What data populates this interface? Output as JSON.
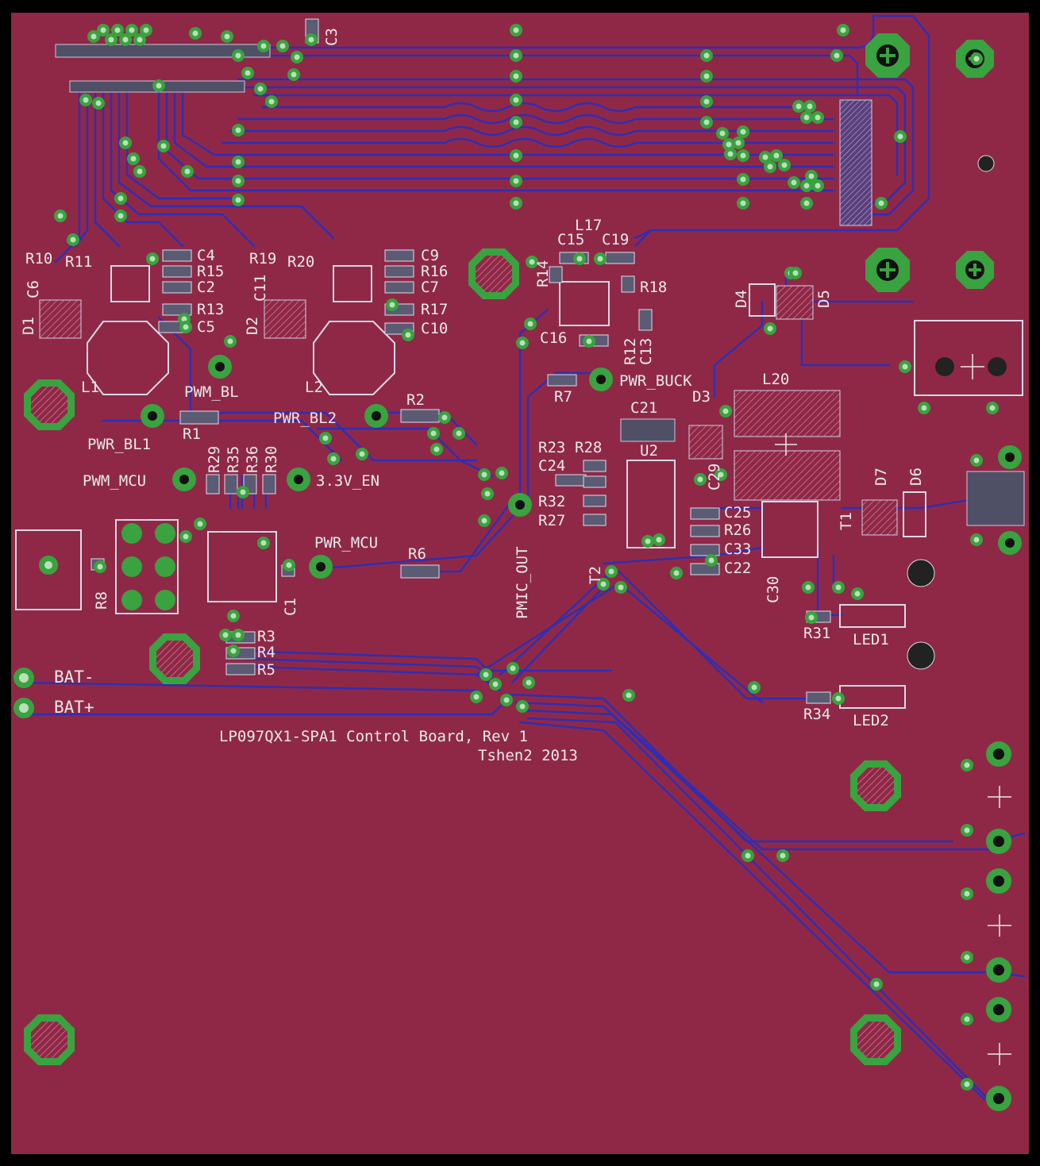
{
  "board": {
    "title_line1": "LP097QX1-SPA1 Control Board, Rev 1",
    "title_line2": "Tshen2 2013",
    "colors": {
      "background": "#8f2847",
      "trace": "#2b2fb8",
      "via": "#39a33f",
      "silkscreen": "#e8e8ea",
      "pad": "#4f4f66"
    }
  },
  "test_points": {
    "pwm_bl": "PWM_BL",
    "pwr_bl1": "PWR_BL1",
    "pwr_bl2": "PWR_BL2",
    "pwm_mcu": "PWM_MCU",
    "en_3v3": "3.3V_EN",
    "pwr_mcu": "PWR_MCU",
    "pmic_out": "PMIC_OUT",
    "pwr_buck": "PWR_BUCK",
    "bat_minus": "BAT-",
    "bat_plus": "BAT+"
  },
  "components": {
    "R10": "R10",
    "R11": "R11",
    "C6": "C6",
    "D1": "D1",
    "C4": "C4",
    "R15": "R15",
    "C2": "C2",
    "R13": "R13",
    "C5": "C5",
    "L1": "L1",
    "R19": "R19",
    "R20": "R20",
    "C11": "C11",
    "D2": "D2",
    "C9": "C9",
    "R16": "R16",
    "C7": "C7",
    "R17": "R17",
    "C10": "C10",
    "L2": "L2",
    "R2": "R2",
    "R1": "R1",
    "R29": "R29",
    "R35": "R35",
    "R36": "R36",
    "R30": "R30",
    "L17": "L17",
    "C15": "C15",
    "C19": "C19",
    "R14": "R14",
    "R18": "R18",
    "C16": "C16",
    "R12": "R12",
    "C13": "C13",
    "R7": "R7",
    "C3": "C3",
    "D4": "D4",
    "D5": "D5",
    "L20": "L20",
    "D3": "D3",
    "C21": "C21",
    "R23": "R23",
    "R28": "R28",
    "U2": "U2",
    "C24": "C24",
    "C29": "C29",
    "R32": "R32",
    "R27": "R27",
    "C25": "C25",
    "R26": "R26",
    "C33": "C33",
    "C22": "C22",
    "C30": "C30",
    "T1": "T1",
    "T2": "T2",
    "D7": "D7",
    "D6": "D6",
    "R31": "R31",
    "LED1": "LED1",
    "R34": "R34",
    "LED2": "LED2",
    "R6": "R6",
    "R8": "R8",
    "C1": "C1",
    "R3": "R3",
    "R4": "R4",
    "R5": "R5"
  }
}
